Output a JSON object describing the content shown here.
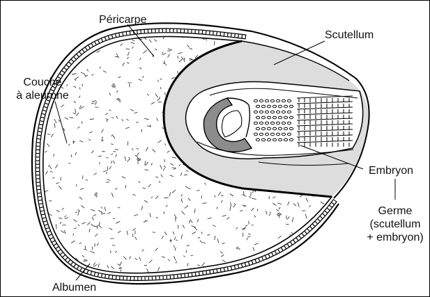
{
  "labels": {
    "pericarpe": "Péricarpe",
    "scutellum": "Scutellum",
    "couche_line1": "Couche",
    "couche_line2": "à aleurone",
    "embryon": "Embryon",
    "germe_line1": "Germe",
    "germe_line2": "(scutellum",
    "germe_line3": "+ embryon)",
    "albumen": "Albumen"
  },
  "colors": {
    "outline": "#000000",
    "scutellum_fill": "#dddddd",
    "embryo_fill": "#8c8c8c",
    "albumen_fill": "#ffffff"
  }
}
